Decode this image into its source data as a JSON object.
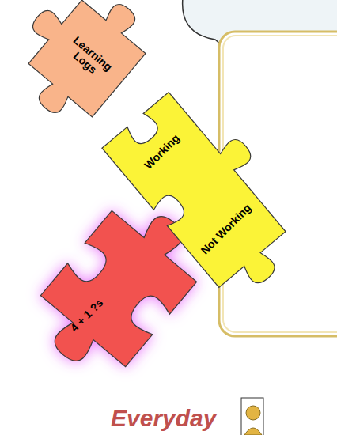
{
  "diagram": {
    "nodes": [
      {
        "text": [
          "Learning Logs"
        ]
      },
      {
        "text": [
          "Working",
          "Not Working"
        ]
      },
      {
        "text": [
          "4 + 1 ?s"
        ]
      }
    ],
    "labels": [
      "Everyday"
    ]
  }
}
